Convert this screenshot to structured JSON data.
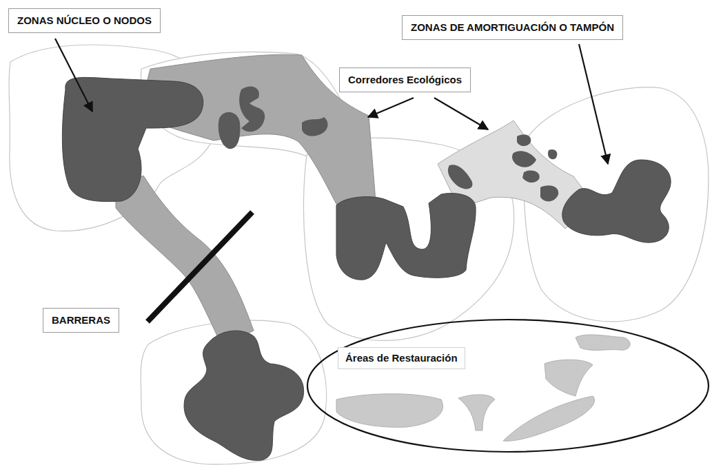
{
  "diagram": {
    "nodes": [
      {
        "text": [
          "ZONAS NÚCLEO O NODOS"
        ]
      },
      {
        "text": [
          "ZONAS DE AMORTIGUACIÓN O TAMPÓN"
        ]
      },
      {
        "text": [
          "Corredores Ecológicos"
        ]
      },
      {
        "text": [
          "BARRERAS"
        ]
      },
      {
        "text": [
          "Áreas de Restauración"
        ]
      }
    ]
  }
}
